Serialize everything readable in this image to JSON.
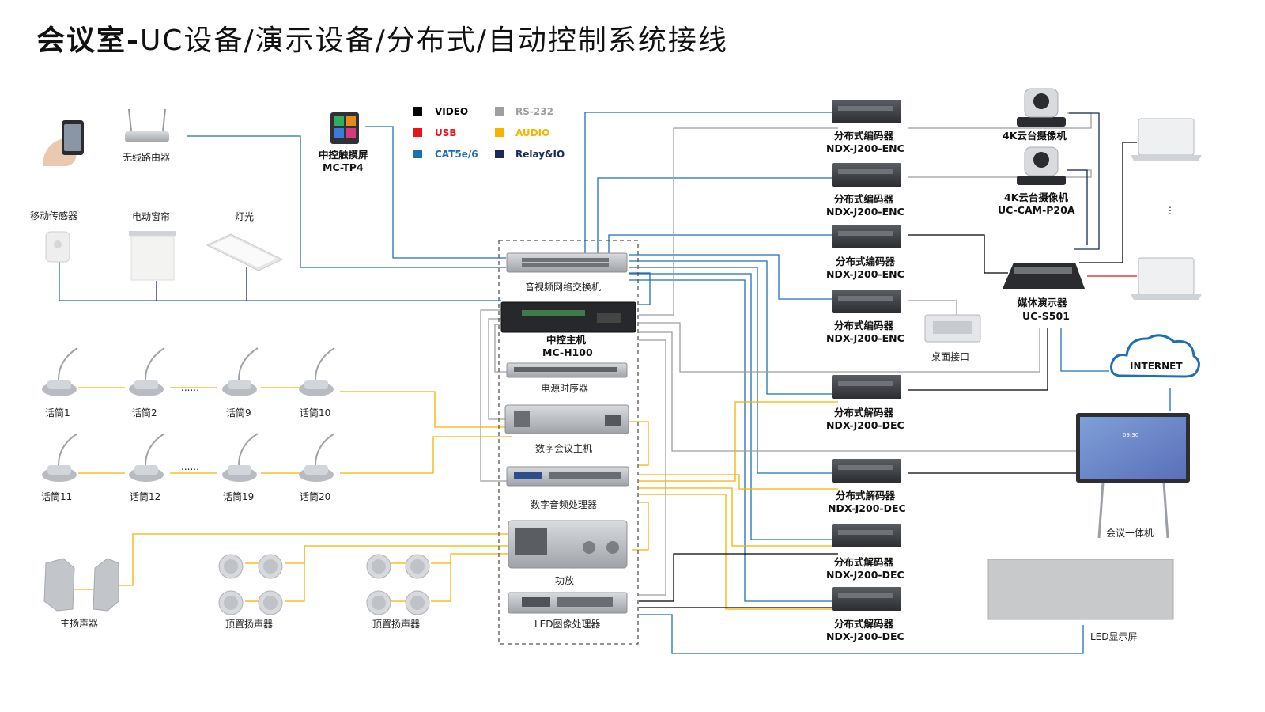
{
  "title": {
    "bold": "会议室-",
    "light": "UC设备/演示设备/分布式/自动控制系统接线"
  },
  "legend": [
    {
      "label": "VIDEO",
      "color": "#000000"
    },
    {
      "label": "RS-232",
      "color": "#9e9e9e"
    },
    {
      "label": "USB",
      "color": "#e8141c"
    },
    {
      "label": "AUDIO",
      "color": "#f5b400"
    },
    {
      "label": "CAT5e/6",
      "color": "#1f6fb5"
    },
    {
      "label": "Relay&IO",
      "color": "#1a2a5a"
    }
  ],
  "colors": {
    "video": "#000000",
    "rs232": "#9e9e9e",
    "usb": "#e8141c",
    "audio": "#f5b400",
    "cat": "#1f6fb5",
    "relay": "#1a2a5a"
  },
  "devices": {
    "router": "无线路由器",
    "touch_panel": {
      "name": "中控触摸屏",
      "model": "MC-TP4"
    },
    "motion_sensor": "移动传感器",
    "curtain": "电动窗帘",
    "light": "灯光",
    "switch": "音视频网络交换机",
    "control_host": {
      "name": "中控主机",
      "model": "MC-H100"
    },
    "sequencer": "电源时序器",
    "conf_host": "数字会议主机",
    "dsp": "数字音频处理器",
    "amp": "功放",
    "led_proc": "LED图像处理器",
    "main_speaker": "主扬声器",
    "ceiling_speaker_1": "顶置扬声器",
    "ceiling_speaker_2": "顶置扬声器",
    "encoders": [
      {
        "name": "分布式编码器",
        "model": "NDX-J200-ENC"
      },
      {
        "name": "分布式编码器",
        "model": "NDX-J200-ENC"
      },
      {
        "name": "分布式编码器",
        "model": "NDX-J200-ENC"
      },
      {
        "name": "分布式编码器",
        "model": "NDX-J200-ENC"
      }
    ],
    "decoders": [
      {
        "name": "分布式解码器",
        "model": "NDX-J200-DEC"
      },
      {
        "name": "分布式解码器",
        "model": "NDX-J200-DEC"
      },
      {
        "name": "分布式解码器",
        "model": "NDX-J200-DEC"
      },
      {
        "name": "分布式解码器",
        "model": "NDX-J200-DEC"
      }
    ],
    "camera1": "4K云台摄像机",
    "camera2": {
      "name": "4K云台摄像机",
      "model": "UC-CAM-P20A"
    },
    "media_presenter": {
      "name": "媒体演示器",
      "model": "UC-S501"
    },
    "desk_interface": "桌面接口",
    "internet": "INTERNET",
    "conf_display": "会议一体机",
    "led_screen": "LED显示屏",
    "display_time": "09:30"
  },
  "mics_row1": [
    "话筒1",
    "话筒2",
    "话筒9",
    "话筒10"
  ],
  "mics_row2": [
    "话筒11",
    "话筒12",
    "话筒19",
    "话筒20"
  ],
  "ellipsis": "......",
  "vdots": "⋮"
}
